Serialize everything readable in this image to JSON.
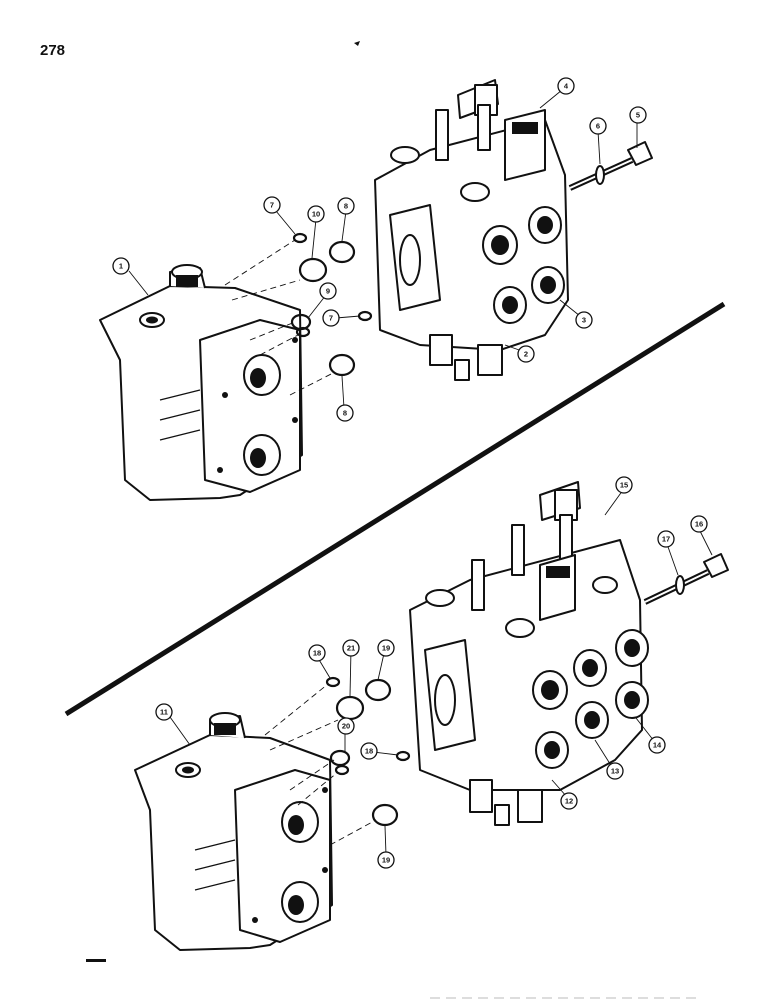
{
  "page": {
    "number": "278"
  },
  "colors": {
    "ink": "#111111",
    "paper": "#ffffff"
  },
  "callouts": [
    {
      "id": "c1",
      "label": "1"
    },
    {
      "id": "c2",
      "label": "2"
    },
    {
      "id": "c3",
      "label": "3"
    },
    {
      "id": "c4",
      "label": "4"
    },
    {
      "id": "c5",
      "label": "5"
    },
    {
      "id": "c6",
      "label": "6"
    },
    {
      "id": "c7a",
      "label": "7"
    },
    {
      "id": "c7b",
      "label": "7"
    },
    {
      "id": "c8a",
      "label": "8"
    },
    {
      "id": "c8b",
      "label": "8"
    },
    {
      "id": "c9",
      "label": "9"
    },
    {
      "id": "c10",
      "label": "10"
    },
    {
      "id": "c11",
      "label": "11"
    },
    {
      "id": "c12",
      "label": "12"
    },
    {
      "id": "c13",
      "label": "13"
    },
    {
      "id": "c14",
      "label": "14"
    },
    {
      "id": "c15",
      "label": "15"
    },
    {
      "id": "c16",
      "label": "16"
    },
    {
      "id": "c17",
      "label": "17"
    },
    {
      "id": "c18a",
      "label": "18"
    },
    {
      "id": "c18b",
      "label": "18"
    },
    {
      "id": "c19a",
      "label": "19"
    },
    {
      "id": "c19b",
      "label": "19"
    },
    {
      "id": "c20",
      "label": "20"
    },
    {
      "id": "c21",
      "label": "21"
    }
  ]
}
